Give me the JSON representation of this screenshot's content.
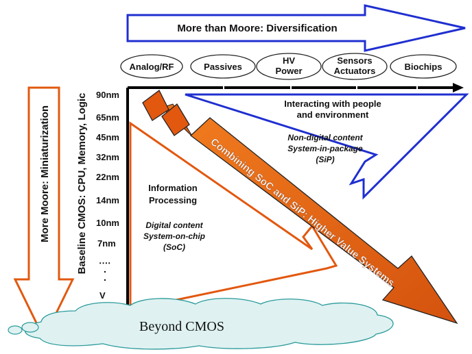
{
  "diagram": {
    "more_than_moore": "More than Moore:  Diversification",
    "more_moore": "More Moore:  Miniaturization",
    "baseline_cmos": "Baseline CMOS:  CPU, Memory, Logic",
    "ovals": [
      {
        "line1": "Analog/RF",
        "line2": ""
      },
      {
        "line1": "Passives",
        "line2": ""
      },
      {
        "line1": "HV",
        "line2": "Power"
      },
      {
        "line1": "Sensors",
        "line2": "Actuators"
      },
      {
        "line1": "Biochips",
        "line2": ""
      }
    ],
    "nodes": [
      "90nm",
      "65nm",
      "45nm",
      "32nm",
      "22nm",
      "14nm",
      "10nm",
      "7nm"
    ],
    "dots_label": "․․․․",
    "v_label": "V",
    "interacting": {
      "line1": "Interacting with people",
      "line2": "and environment"
    },
    "non_digital": {
      "line1": "Non-digital content",
      "line2": "System-in-package",
      "line3": "(SiP)"
    },
    "information": {
      "line1": "Information",
      "line2": "Processing"
    },
    "digital": {
      "line1": "Digital content",
      "line2": "System-on-chip",
      "line3": "(SoC)"
    },
    "combining": "Combining SoC and SiP:  Higher Value Systems",
    "beyond_cmos": "Beyond CMOS",
    "colors": {
      "blue": "#1f2fd0",
      "orange": "#e2580f",
      "cloud": "#dff1f1",
      "cloud_stroke": "#2a9a9a"
    }
  }
}
